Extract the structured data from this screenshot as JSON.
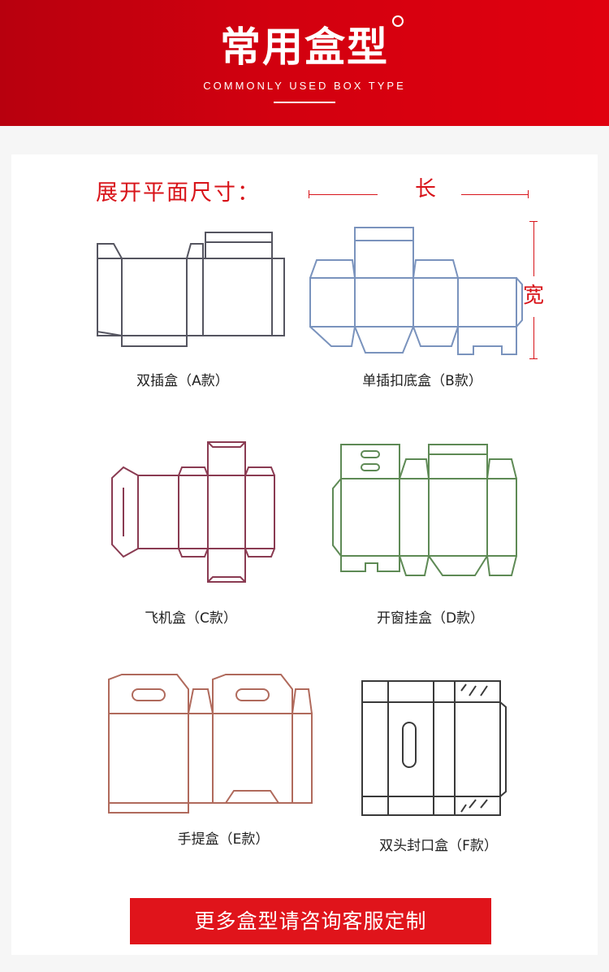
{
  "header": {
    "title": "常用盒型",
    "subtitle": "COMMONLY USED BOX TYPE"
  },
  "dimensions": {
    "label": "展开平面尺寸：",
    "length": "长",
    "width": "宽"
  },
  "boxes": [
    {
      "caption": "双插盒（A款）",
      "icon": "double-tuck-box-dieline",
      "color": "#555560"
    },
    {
      "caption": "单插扣底盒（B款）",
      "icon": "snap-lock-bottom-box-dieline",
      "color": "#7a93bd"
    },
    {
      "caption": "飞机盒（C款）",
      "icon": "mailer-box-dieline",
      "color": "#8a3b52"
    },
    {
      "caption": "开窗挂盒（D款）",
      "icon": "window-hanger-box-dieline",
      "color": "#5e8a55"
    },
    {
      "caption": "手提盒（E款）",
      "icon": "handle-box-dieline",
      "color": "#b06a5c"
    },
    {
      "caption": "双头封口盒（F款）",
      "icon": "double-seal-box-dieline",
      "color": "#3a3a3a"
    }
  ],
  "cta": {
    "label": "更多盒型请咨询客服定制"
  },
  "colors": {
    "header_red": "#d2000f",
    "accent_red": "#d8141a",
    "button_red": "#e0141b"
  }
}
